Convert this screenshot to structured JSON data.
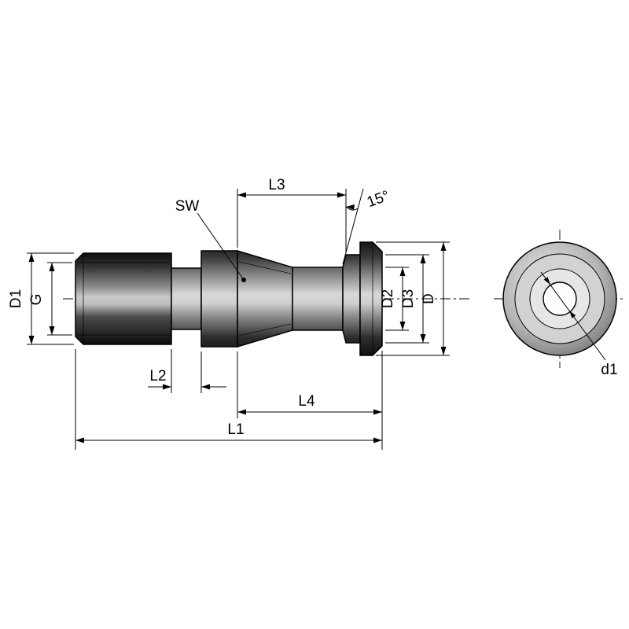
{
  "drawing": {
    "type": "technical-dimension-drawing",
    "subject": "pull-stud-retention-knob-side-and-end-view",
    "labels": {
      "L1": "L1",
      "L2": "L2",
      "L3": "L3",
      "L4": "L4",
      "D": "D",
      "D1": "D1",
      "D2": "D2",
      "D3": "D3",
      "G": "G",
      "SW": "SW",
      "angle": "15°",
      "d1": "d1"
    },
    "colors": {
      "line": "#000000",
      "background": "#ffffff",
      "metal_dark": "#161616",
      "metal_light": "#d8d8d8"
    }
  }
}
